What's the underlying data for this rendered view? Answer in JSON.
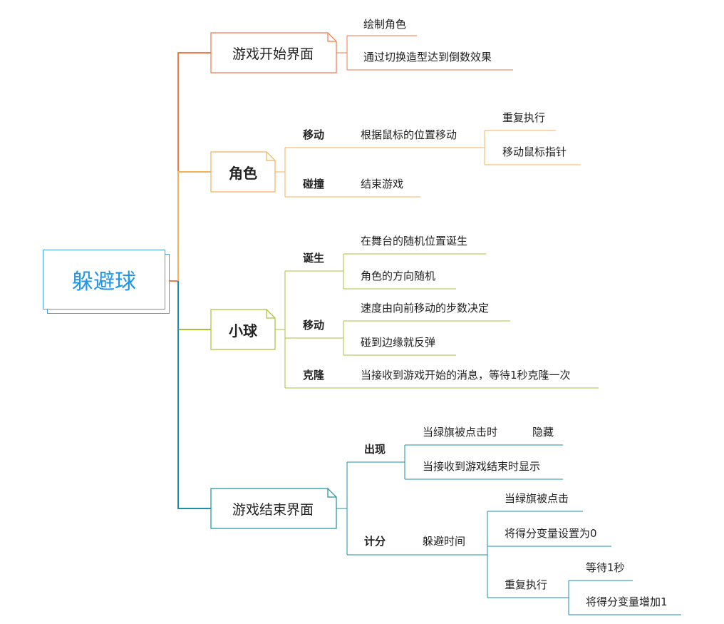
{
  "root": {
    "label": "躲避球"
  },
  "colors": {
    "orange": "#f07a4a",
    "amber": "#f4b15a",
    "olive": "#a9c23a",
    "teal": "#1e8faa",
    "root_border": "#4aa3df",
    "root_text": "#2196e8"
  },
  "branches": {
    "start": {
      "label": "游戏开始界面",
      "children": [
        "绘制角色",
        "通过切换造型达到倒数效果"
      ]
    },
    "role": {
      "label": "角色",
      "move": {
        "label": "移动",
        "detail": "根据鼠标的位置移动",
        "children": [
          "重复执行",
          "移动鼠标指针"
        ]
      },
      "collide": {
        "label": "碰撞",
        "detail": "结束游戏"
      }
    },
    "ball": {
      "label": "小球",
      "born": {
        "label": "诞生",
        "children": [
          "在舞台的随机位置诞生",
          "角色的方向随机"
        ]
      },
      "move": {
        "label": "移动",
        "children": [
          "速度由向前移动的步数决定",
          "碰到边缘就反弹"
        ]
      },
      "clone": {
        "label": "克隆",
        "detail": "当接收到游戏开始的消息，等待1秒克隆一次"
      }
    },
    "end": {
      "label": "游戏结束界面",
      "appear": {
        "label": "出现",
        "items": [
          {
            "text": "当绿旗被点击时",
            "extra": "隐藏"
          },
          {
            "text": "当接收到游戏结束时显示"
          }
        ]
      },
      "score": {
        "label": "计分",
        "detail": "躲避时间",
        "children": [
          "当绿旗被点击",
          "将得分变量设置为0"
        ],
        "repeat": {
          "label": "重复执行",
          "children": [
            "等待1秒",
            "将得分变量增加1"
          ]
        }
      }
    }
  }
}
